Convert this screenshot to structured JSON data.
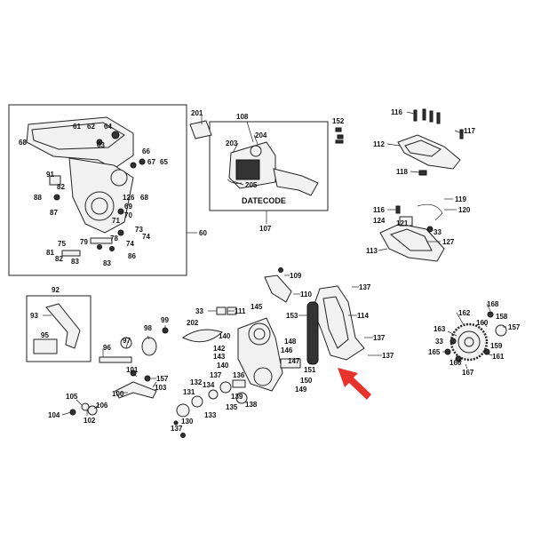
{
  "diagram": {
    "callouts": {
      "main_box": "60",
      "motor_box": "107",
      "datecode": "DATECODE"
    },
    "labels": [
      {
        "id": "c201",
        "text": "201"
      },
      {
        "id": "c108",
        "text": "108"
      },
      {
        "id": "c204",
        "text": "204"
      },
      {
        "id": "c203",
        "text": "203"
      },
      {
        "id": "c205",
        "text": "205"
      },
      {
        "id": "c152",
        "text": "152"
      },
      {
        "id": "c116a",
        "text": "116"
      },
      {
        "id": "c117",
        "text": "117"
      },
      {
        "id": "c112",
        "text": "112"
      },
      {
        "id": "c118",
        "text": "118"
      },
      {
        "id": "c116b",
        "text": "116"
      },
      {
        "id": "c119",
        "text": "119"
      },
      {
        "id": "c120",
        "text": "120"
      },
      {
        "id": "c124",
        "text": "124"
      },
      {
        "id": "c121",
        "text": "121"
      },
      {
        "id": "c33a",
        "text": "33"
      },
      {
        "id": "c127",
        "text": "127"
      },
      {
        "id": "c113",
        "text": "113"
      },
      {
        "id": "c68a",
        "text": "68"
      },
      {
        "id": "c61",
        "text": "61"
      },
      {
        "id": "c62",
        "text": "62"
      },
      {
        "id": "c64",
        "text": "64"
      },
      {
        "id": "c63",
        "text": "63"
      },
      {
        "id": "c66",
        "text": "66"
      },
      {
        "id": "c67",
        "text": "67"
      },
      {
        "id": "c65",
        "text": "65"
      },
      {
        "id": "c91",
        "text": "91"
      },
      {
        "id": "c82a",
        "text": "82"
      },
      {
        "id": "c88",
        "text": "88"
      },
      {
        "id": "c87",
        "text": "87"
      },
      {
        "id": "c126",
        "text": "126"
      },
      {
        "id": "c68b",
        "text": "68"
      },
      {
        "id": "c69",
        "text": "69"
      },
      {
        "id": "c70",
        "text": "70"
      },
      {
        "id": "c71",
        "text": "71"
      },
      {
        "id": "c73",
        "text": "73"
      },
      {
        "id": "c74a",
        "text": "74"
      },
      {
        "id": "c75",
        "text": "75"
      },
      {
        "id": "c79",
        "text": "79"
      },
      {
        "id": "c78",
        "text": "78"
      },
      {
        "id": "c74b",
        "text": "74"
      },
      {
        "id": "c81",
        "text": "81"
      },
      {
        "id": "c82b",
        "text": "82"
      },
      {
        "id": "c83a",
        "text": "83"
      },
      {
        "id": "c83b",
        "text": "83"
      },
      {
        "id": "c86",
        "text": "86"
      },
      {
        "id": "c92",
        "text": "92"
      },
      {
        "id": "c93",
        "text": "93"
      },
      {
        "id": "c95",
        "text": "95"
      },
      {
        "id": "c109",
        "text": "109"
      },
      {
        "id": "c110",
        "text": "110"
      },
      {
        "id": "c137a",
        "text": "137"
      },
      {
        "id": "c33b",
        "text": "33"
      },
      {
        "id": "c111",
        "text": "111"
      },
      {
        "id": "c145",
        "text": "145"
      },
      {
        "id": "c153",
        "text": "153"
      },
      {
        "id": "c114",
        "text": "114"
      },
      {
        "id": "c137b",
        "text": "137"
      },
      {
        "id": "c137c",
        "text": "137"
      },
      {
        "id": "c99",
        "text": "99"
      },
      {
        "id": "c202",
        "text": "202"
      },
      {
        "id": "c98",
        "text": "98"
      },
      {
        "id": "c96",
        "text": "96"
      },
      {
        "id": "c97",
        "text": "97"
      },
      {
        "id": "c101",
        "text": "101"
      },
      {
        "id": "c157a",
        "text": "157"
      },
      {
        "id": "c103",
        "text": "103"
      },
      {
        "id": "c100",
        "text": "100"
      },
      {
        "id": "c140a",
        "text": "140"
      },
      {
        "id": "c142",
        "text": "142"
      },
      {
        "id": "c143",
        "text": "143"
      },
      {
        "id": "c140b",
        "text": "140"
      },
      {
        "id": "c148",
        "text": "148"
      },
      {
        "id": "c146",
        "text": "146"
      },
      {
        "id": "c147",
        "text": "147"
      },
      {
        "id": "c151",
        "text": "151"
      },
      {
        "id": "c150",
        "text": "150"
      },
      {
        "id": "c149",
        "text": "149"
      },
      {
        "id": "c137d",
        "text": "137"
      },
      {
        "id": "c132",
        "text": "132"
      },
      {
        "id": "c131",
        "text": "131"
      },
      {
        "id": "c134",
        "text": "134"
      },
      {
        "id": "c136",
        "text": "136"
      },
      {
        "id": "c139",
        "text": "139"
      },
      {
        "id": "c135",
        "text": "135"
      },
      {
        "id": "c138",
        "text": "138"
      },
      {
        "id": "c133",
        "text": "133"
      },
      {
        "id": "c130",
        "text": "130"
      },
      {
        "id": "c137e",
        "text": "137"
      },
      {
        "id": "c105",
        "text": "105"
      },
      {
        "id": "c104",
        "text": "104"
      },
      {
        "id": "c106",
        "text": "106"
      },
      {
        "id": "c102",
        "text": "102"
      },
      {
        "id": "c168",
        "text": "168"
      },
      {
        "id": "c162",
        "text": "162"
      },
      {
        "id": "c158",
        "text": "158"
      },
      {
        "id": "c160",
        "text": "160"
      },
      {
        "id": "c157b",
        "text": "157"
      },
      {
        "id": "c163",
        "text": "163"
      },
      {
        "id": "c33c",
        "text": "33"
      },
      {
        "id": "c159",
        "text": "159"
      },
      {
        "id": "c165",
        "text": "165"
      },
      {
        "id": "c161",
        "text": "161"
      },
      {
        "id": "c166",
        "text": "166"
      },
      {
        "id": "c167",
        "text": "167"
      }
    ],
    "highlight_color": "#e8322c"
  }
}
